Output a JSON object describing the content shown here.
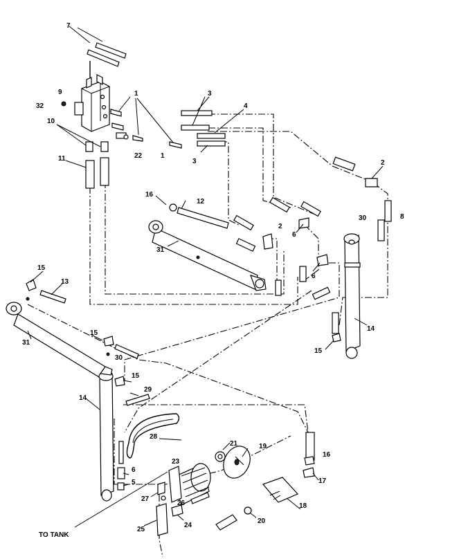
{
  "callouts": {
    "c7": "7",
    "c1": "1",
    "c9": "9",
    "c32": "32",
    "c3a": "3",
    "c4": "4",
    "c10": "10",
    "c22": "22",
    "c1b": "1",
    "c3b": "3",
    "c11": "11",
    "c2a": "2",
    "c8": "8",
    "c16": "16",
    "c12": "12",
    "c30a": "30",
    "c2b": "2",
    "c6a": "6",
    "c31a": "31",
    "c6b": "6",
    "c15a": "15",
    "c13": "13",
    "c14a": "14",
    "c31b": "31",
    "c15b": "15",
    "c30b": "30",
    "c15c": "15",
    "c15d": "15",
    "c29": "29",
    "c14b": "14",
    "c28": "28",
    "c21": "21",
    "c19": "19",
    "c16b": "16",
    "c23": "23",
    "c6c": "6",
    "c5": "5",
    "c17": "17",
    "c27": "27",
    "c26": "26",
    "c18": "18",
    "c24": "24",
    "c20": "20",
    "c25": "25"
  },
  "labels": {
    "to_tank": "TO TANK"
  }
}
